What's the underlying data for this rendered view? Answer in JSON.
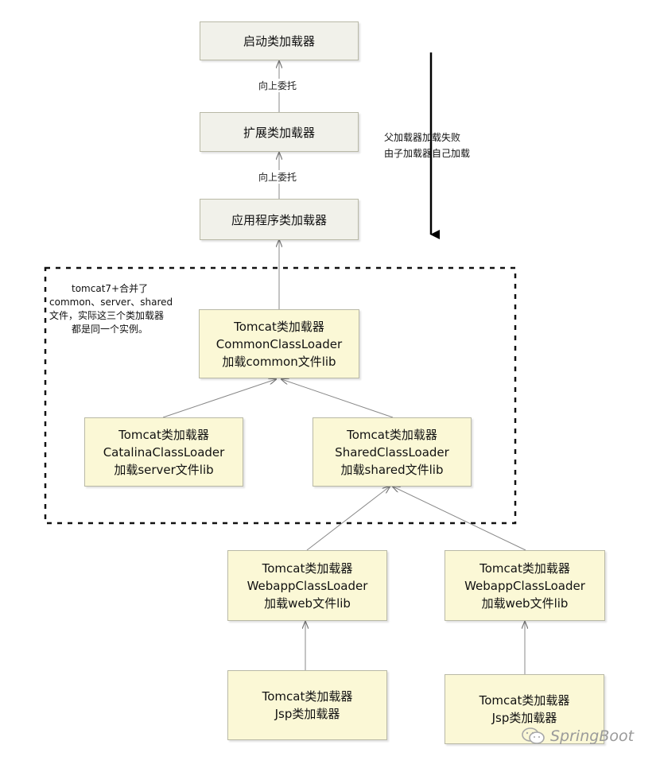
{
  "nodes": {
    "bootstrap": {
      "line1": "启动类加载器"
    },
    "extension": {
      "line1": "扩展类加载器"
    },
    "application": {
      "line1": "应用程序类加载器"
    },
    "common": {
      "line1": "Tomcat类加载器",
      "line2": "CommonClassLoader",
      "line3": "加载common文件lib"
    },
    "catalina": {
      "line1": "Tomcat类加载器",
      "line2": "CatalinaClassLoader",
      "line3": "加载server文件lib"
    },
    "shared": {
      "line1": "Tomcat类加载器",
      "line2": "SharedClassLoader",
      "line3": "加载shared文件lib"
    },
    "webapp1": {
      "line1": "Tomcat类加载器",
      "line2": "WebappClassLoader",
      "line3": "加载web文件lib"
    },
    "webapp2": {
      "line1": "Tomcat类加载器",
      "line2": "WebappClassLoader",
      "line3": "加载web文件lib"
    },
    "jsp1": {
      "line1": "Tomcat类加载器",
      "line2": "Jsp类加载器"
    },
    "jsp2": {
      "line1": "Tomcat类加载器",
      "line2": "Jsp类加载器"
    }
  },
  "edge_labels": {
    "delegate_up_1": "向上委托",
    "delegate_up_2": "向上委托"
  },
  "side_note": {
    "line1": "父加载器加载失败",
    "line2": "由子加载器自己加载"
  },
  "group_note": {
    "line1": "tomcat7+合并了",
    "line2": "common、server、shared",
    "line3": "文件，实际这三个类加载器",
    "line4": "都是同一个实例。"
  },
  "watermark": {
    "text": "SpringBoot",
    "icon": "wechat-icon"
  },
  "colors": {
    "gray_box": "#f1f1ea",
    "yellow_box": "#fbf8d6",
    "border": "#b9b9a6",
    "line": "#888888"
  }
}
